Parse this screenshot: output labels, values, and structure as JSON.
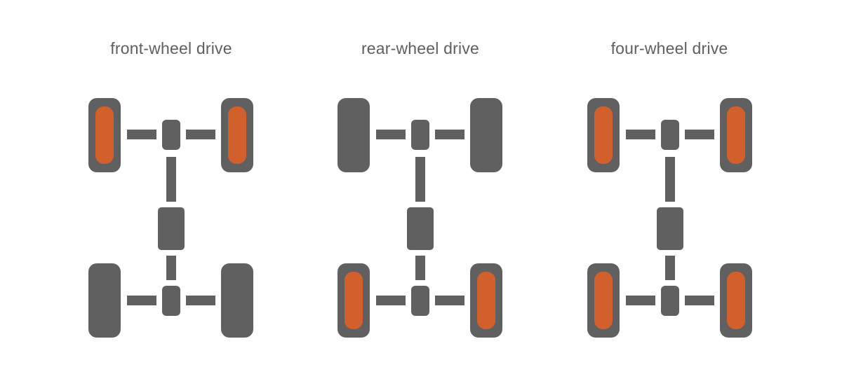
{
  "colors": {
    "chassis": "#606060",
    "driven": "#d2602c",
    "text": "#5f5f5f",
    "background": "#ffffff"
  },
  "panels": [
    {
      "title": "front-wheel drive",
      "wheels": {
        "front_left": true,
        "front_right": true,
        "rear_left": false,
        "rear_right": false
      }
    },
    {
      "title": "rear-wheel drive",
      "wheels": {
        "front_left": false,
        "front_right": false,
        "rear_left": true,
        "rear_right": true
      }
    },
    {
      "title": "four-wheel drive",
      "wheels": {
        "front_left": true,
        "front_right": true,
        "rear_left": true,
        "rear_right": true
      }
    }
  ]
}
